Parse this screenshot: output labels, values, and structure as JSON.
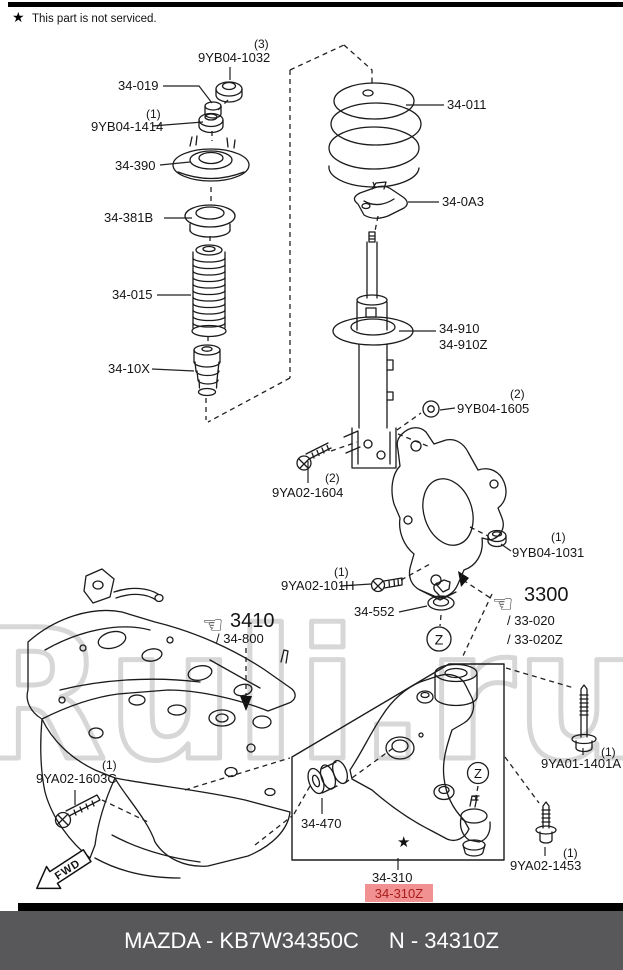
{
  "note": {
    "star": "★",
    "text": "This part is not serviced."
  },
  "icons": {
    "manicule_left": "☜",
    "star_marker": "★"
  },
  "markers": {
    "z": "Z",
    "fwd": "FWD"
  },
  "watermark": "Ruli.ru",
  "colors": {
    "highlight_bg": "#f29191",
    "highlight_text": "#a81c1c",
    "footer_bg": "#58585a",
    "line": "#1b1b1b",
    "watermark": "#d7d7d7"
  },
  "parts": {
    "nut_top": {
      "qty": "(3)",
      "code": "9YB04-1032"
    },
    "washer_34019": {
      "code": "34-019"
    },
    "nut_1414": {
      "qty": "(1)",
      "code": "9YB04-1414"
    },
    "strut_mount": {
      "code": "34-390"
    },
    "bearing_seat": {
      "code": "34-381B"
    },
    "dust_boot": {
      "code": "34-015"
    },
    "bump_stop": {
      "code": "34-10X"
    },
    "coil_spring": {
      "code": "34-011"
    },
    "spring_seat": {
      "code": "34-0A3"
    },
    "strut": {
      "code": "34-910",
      "code2": "34-910Z"
    },
    "nut_1605": {
      "qty": "(2)",
      "code": "9YB04-1605"
    },
    "bolt_1604": {
      "qty": "(2)",
      "code": "9YA02-1604"
    },
    "nut_1031": {
      "qty": "(1)",
      "code": "9YB04-1031"
    },
    "bolt_101h": {
      "qty": "(1)",
      "code": "9YA02-101H"
    },
    "clamp": {
      "code": "34-552"
    },
    "ref_knuckle": {
      "code": "3300",
      "sub1": "/ 33-020",
      "sub2": "/ 33-020Z"
    },
    "ref_subframe": {
      "code": "3410",
      "sub1": "/ 34-800"
    },
    "bolt_1603c": {
      "qty": "(1)",
      "code": "9YA02-1603C"
    },
    "bushing": {
      "code": "34-470"
    },
    "bolt_1401a": {
      "qty": "(1)",
      "code": "9YA01-1401A"
    },
    "bolt_1453": {
      "qty": "(1)",
      "code": "9YA02-1453"
    },
    "control_arm": {
      "code": "34-310",
      "code_highlight": "34-310Z"
    }
  },
  "footer": {
    "left": "MAZDA - KB7W34350C",
    "right": "N - 34310Z"
  }
}
